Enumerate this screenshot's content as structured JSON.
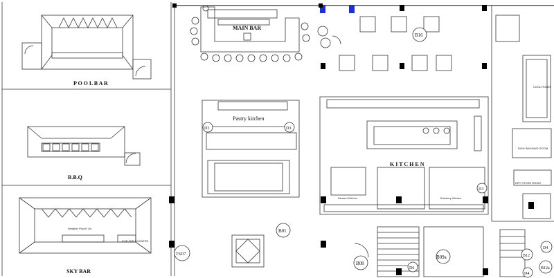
{
  "labels": {
    "main_bar": "MAIN BAR",
    "pool_bar": "P O O L  B A R",
    "bbq": "B.B.Q",
    "sky_bar": "SKY BAR",
    "pastry_kitchen": "Pastry kitchen",
    "kitchen": "K I T C H E N",
    "dessert_kitchen": "Dessert Kitchen",
    "butchery_kitchen": "Butchery Kitchen",
    "cool_room": "COOL ROOM",
    "dish_washing_room": "DISH WASHING ROOM",
    "dry_store_room": "DRY STORE ROOM",
    "weather_proof": "Weather Proof? Un",
    "flip_top_counter": "FLIP TOP COUNTER"
  },
  "tags": {
    "b16": "B16",
    "b01": "B01",
    "b08": "B08",
    "b09a": "B09a",
    "b12": "B12",
    "b12a": "B12a",
    "d3_left": "D3",
    "d3_right": "D3",
    "d3_kitchen": "D3",
    "d4_top": "D4",
    "d4_bottom": "D4",
    "d6": "D6",
    "tsd7": "TSD7"
  },
  "colors": {
    "line": "#333333",
    "accent_blue": "#1c2fd6",
    "column": "#000000"
  }
}
